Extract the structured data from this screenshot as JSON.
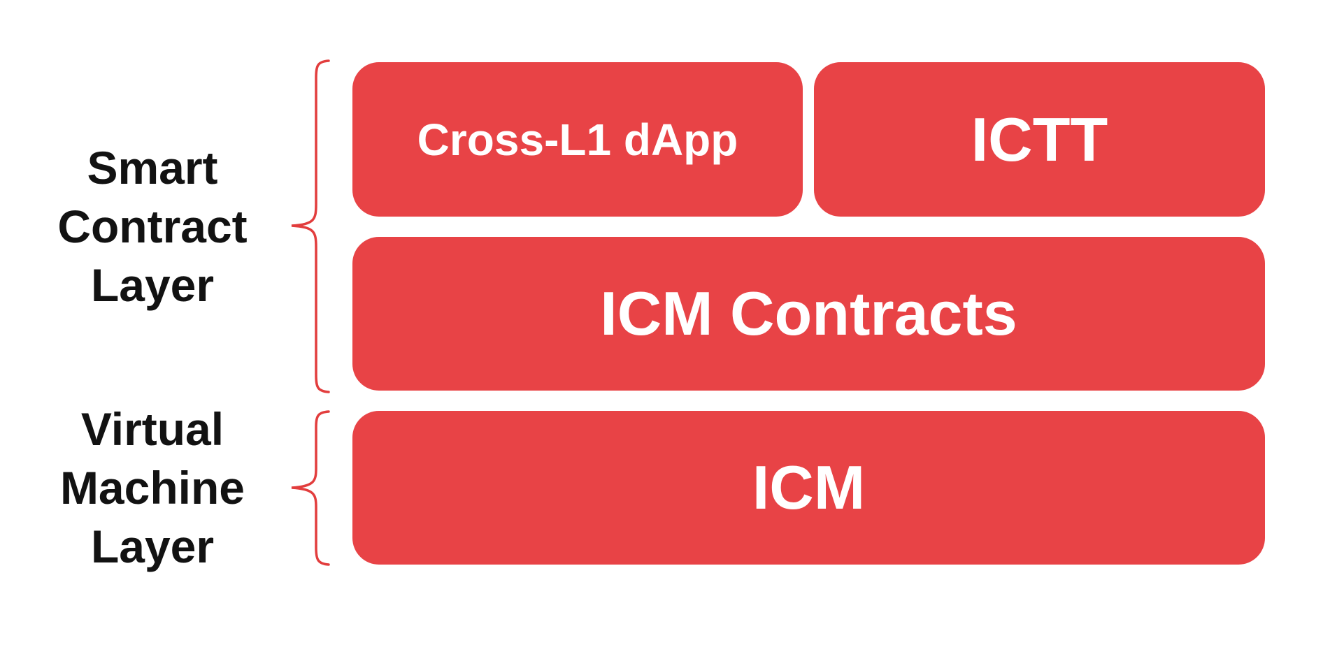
{
  "colors": {
    "box_fill": "#E84346",
    "brace_stroke": "#E23D3D",
    "label_text": "#121212",
    "box_text": "#FFFFFF",
    "background": "#FFFFFF"
  },
  "layer_labels": {
    "smart_contract": {
      "line1": "Smart",
      "line2": "Contract",
      "line3": "Layer"
    },
    "virtual_machine": {
      "line1": "Virtual",
      "line2": "Machine",
      "line3": "Layer"
    }
  },
  "boxes": {
    "cross_l1_dapp": "Cross-L1 dApp",
    "ictt": "ICTT",
    "icm_contracts": "ICM Contracts",
    "icm": "ICM"
  }
}
